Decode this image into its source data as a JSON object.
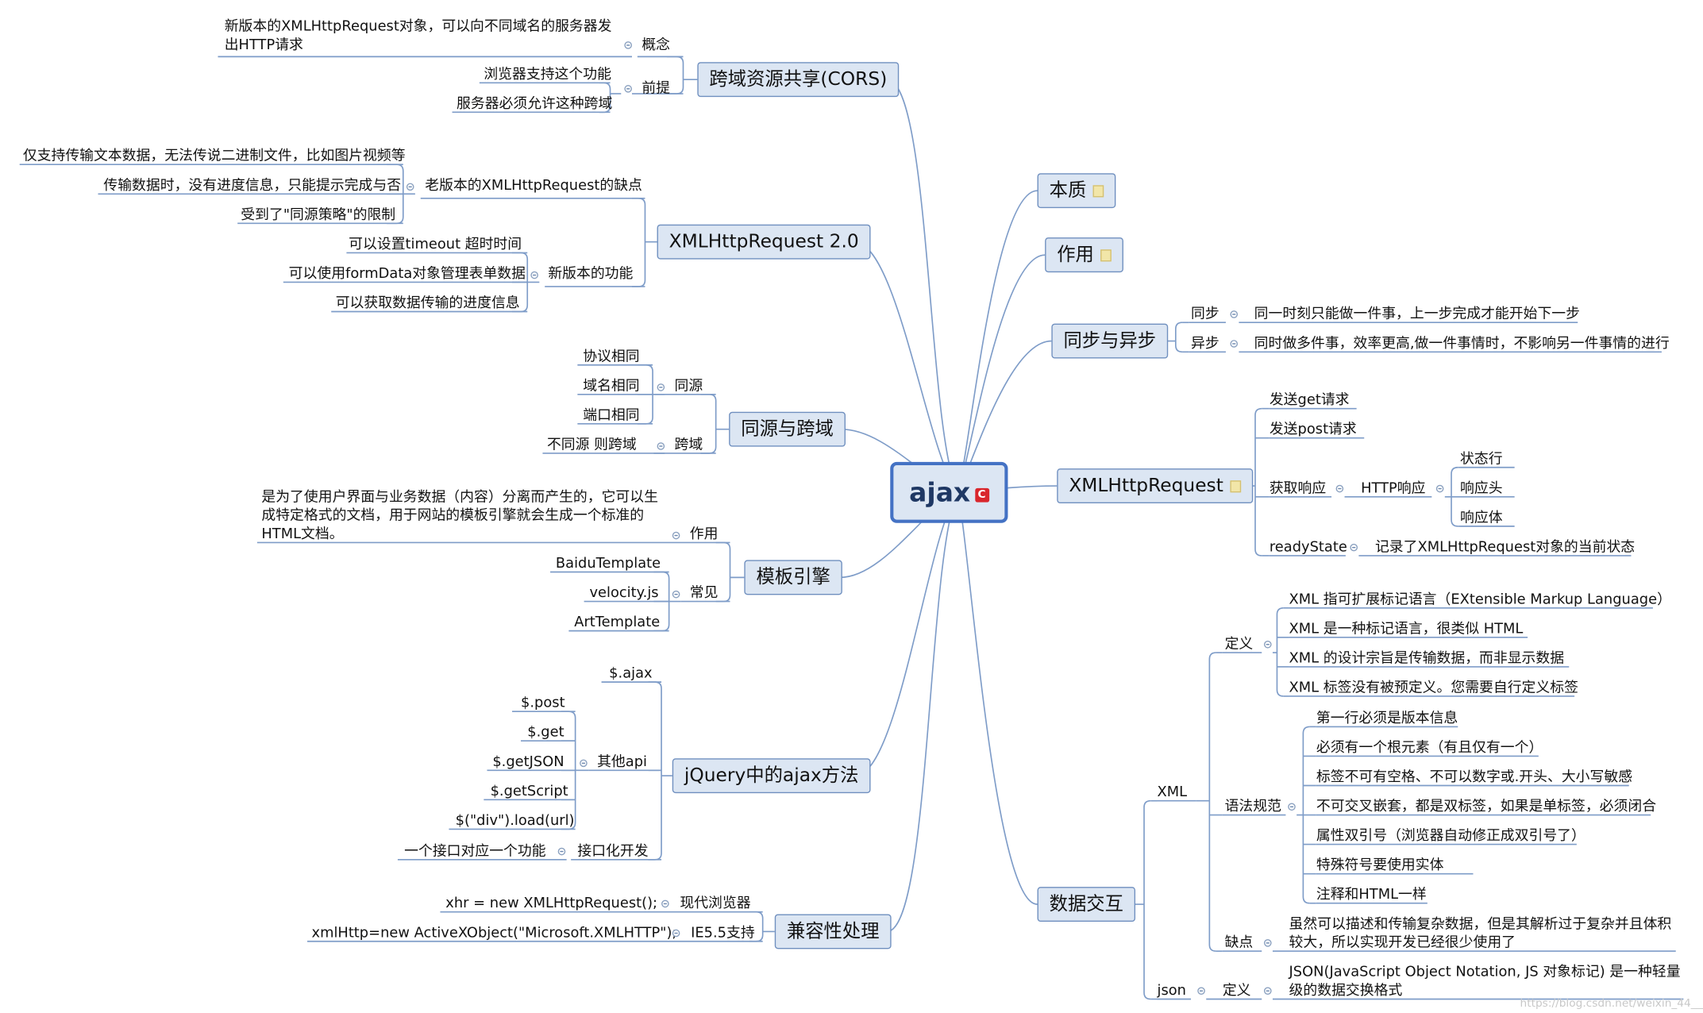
{
  "root": {
    "label": "ajax"
  },
  "cors": {
    "title": "跨域资源共享(CORS)",
    "concept_label": "概念",
    "concept_text": "新版本的XMLHttpRequest对象，可以向不同域名的服务器发出HTTP请求",
    "premise_label": "前提",
    "premise_items": [
      "浏览器支持这个功能",
      "服务器必须允许这种跨域"
    ]
  },
  "xhr2": {
    "title": "XMLHttpRequest 2.0",
    "old_label": "老版本的XMLHttpRequest的缺点",
    "old_items": [
      "仅支持传输文本数据，无法传说二进制文件，比如图片视频等",
      "传输数据时，没有进度信息，只能提示完成与否",
      "受到了\"同源策略\"的限制"
    ],
    "new_label": "新版本的功能",
    "new_items": [
      "可以设置timeout 超时时间",
      "可以使用formData对象管理表单数据",
      "可以获取数据传输的进度信息"
    ]
  },
  "origin": {
    "title": "同源与跨域",
    "same_label": "同源",
    "same_items": [
      "协议相同",
      "域名相同",
      "端口相同"
    ],
    "cross_label": "跨域",
    "cross_text": "不同源 则跨域"
  },
  "template": {
    "title": "模板引擎",
    "use_label": "作用",
    "use_text": "是为了使用户界面与业务数据（内容）分离而产生的，它可以生成特定格式的文档，用于网站的模板引擎就会生成一个标准的HTML文档。",
    "common_label": "常见",
    "common_items": [
      "BaiduTemplate",
      "velocity.js",
      "ArtTemplate"
    ]
  },
  "jquery": {
    "title": "jQuery中的ajax方法",
    "ajax": "$.ajax",
    "other_label": "其他api",
    "other_items": [
      "$.post",
      "$.get",
      "$.getJSON",
      "$.getScript",
      "$(\"div\").load(url)"
    ],
    "iface_label": "接口化开发",
    "iface_text": "一个接口对应一个功能"
  },
  "compat": {
    "title": "兼容性处理",
    "modern_label": "现代浏览器",
    "modern_code": "xhr = new  XMLHttpRequest();",
    "ie_label": "IE5.5支持",
    "ie_code": "xmlHttp=new ActiveXObject(\"Microsoft.XMLHTTP\");"
  },
  "essence": {
    "title": "本质"
  },
  "role": {
    "title": "作用"
  },
  "sync": {
    "title": "同步与异步",
    "sync_label": "同步",
    "sync_text": "同一时刻只能做一件事，上一步完成才能开始下一步",
    "async_label": "异步",
    "async_text": "同时做多件事，效率更高,做一件事情时，不影响另一件事情的进行"
  },
  "xhr": {
    "title": "XMLHttpRequest",
    "get": "发送get请求",
    "post": "发送post请求",
    "resp_label": "获取响应",
    "http_label": "HTTP响应",
    "http_items": [
      "状态行",
      "响应头",
      "响应体"
    ],
    "rs_label": "readyState",
    "rs_text": "记录了XMLHttpRequest对象的当前状态"
  },
  "data": {
    "title": "数据交互",
    "xml_label": "XML",
    "def_label": "定义",
    "def_items": [
      "XML 指可扩展标记语言（EXtensible Markup Language）",
      "XML 是一种标记语言，很类似 HTML",
      "XML 的设计宗旨是传输数据，而非显示数据",
      "XML 标签没有被预定义。您需要自行定义标签"
    ],
    "syntax_label": "语法规范",
    "syntax_items": [
      "第一行必须是版本信息",
      "必须有一个根元素（有且仅有一个）",
      "标签不可有空格、不可以数字或.开头、大小写敏感",
      "不可交叉嵌套，都是双标签，如果是单标签，必须闭合",
      "属性双引号（浏览器自动修正成双引号了）",
      "特殊符号要使用实体",
      "注释和HTML一样"
    ],
    "flaw_label": "缺点",
    "flaw_text": "虽然可以描述和传输复杂数据，但是其解析过于复杂并且体积较大，所以实现开发已经很少使用了",
    "json_label": "json",
    "json_def_label": "定义",
    "json_def_text": "JSON(JavaScript Object Notation, JS 对象标记) 是一种轻量级的数据交换格式"
  },
  "watermark": "https://blog.csdn.net/weixin_44___"
}
